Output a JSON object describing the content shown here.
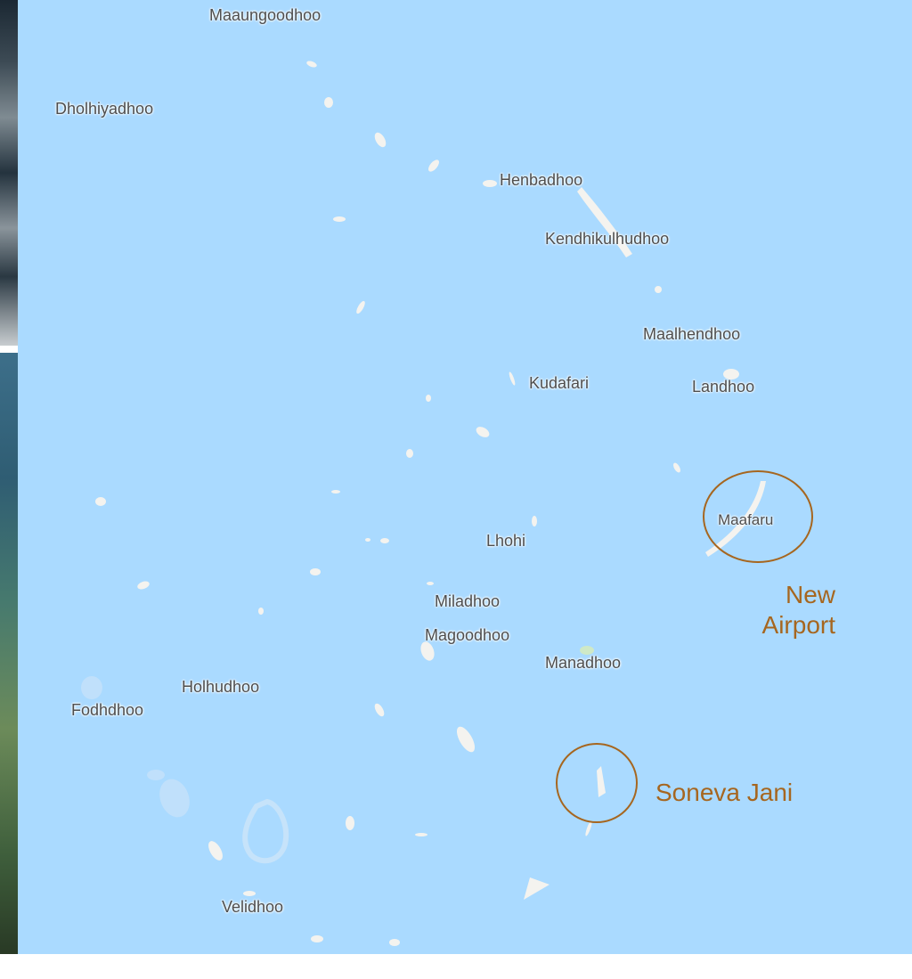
{
  "map": {
    "water_color": "#aadaff",
    "island_color": "#f4f3ef",
    "annotation_color": "#a6661f",
    "labels": [
      {
        "id": "maaungoodhoo",
        "text": "Maaungoodhoo"
      },
      {
        "id": "dholhiyadhoo",
        "text": "Dholhiyadhoo"
      },
      {
        "id": "henbadhoo",
        "text": "Henbadhoo"
      },
      {
        "id": "kendhikulhudhoo",
        "text": "Kendhikulhudhoo"
      },
      {
        "id": "maalhendhoo",
        "text": "Maalhendhoo"
      },
      {
        "id": "kudafari",
        "text": "Kudafari"
      },
      {
        "id": "landhoo",
        "text": "Landhoo"
      },
      {
        "id": "maafaru",
        "text": "Maafaru"
      },
      {
        "id": "lhohi",
        "text": "Lhohi"
      },
      {
        "id": "miladhoo",
        "text": "Miladhoo"
      },
      {
        "id": "magoodhoo",
        "text": "Magoodhoo"
      },
      {
        "id": "manadhoo",
        "text": "Manadhoo"
      },
      {
        "id": "holhudhoo",
        "text": "Holhudhoo"
      },
      {
        "id": "fodhdhoo",
        "text": "Fodhdhoo"
      },
      {
        "id": "velidhoo",
        "text": "Velidhoo"
      }
    ],
    "annotations": {
      "new_airport_line1": "New",
      "new_airport_line2": "Airport",
      "soneva_jani": "Soneva Jani"
    }
  }
}
